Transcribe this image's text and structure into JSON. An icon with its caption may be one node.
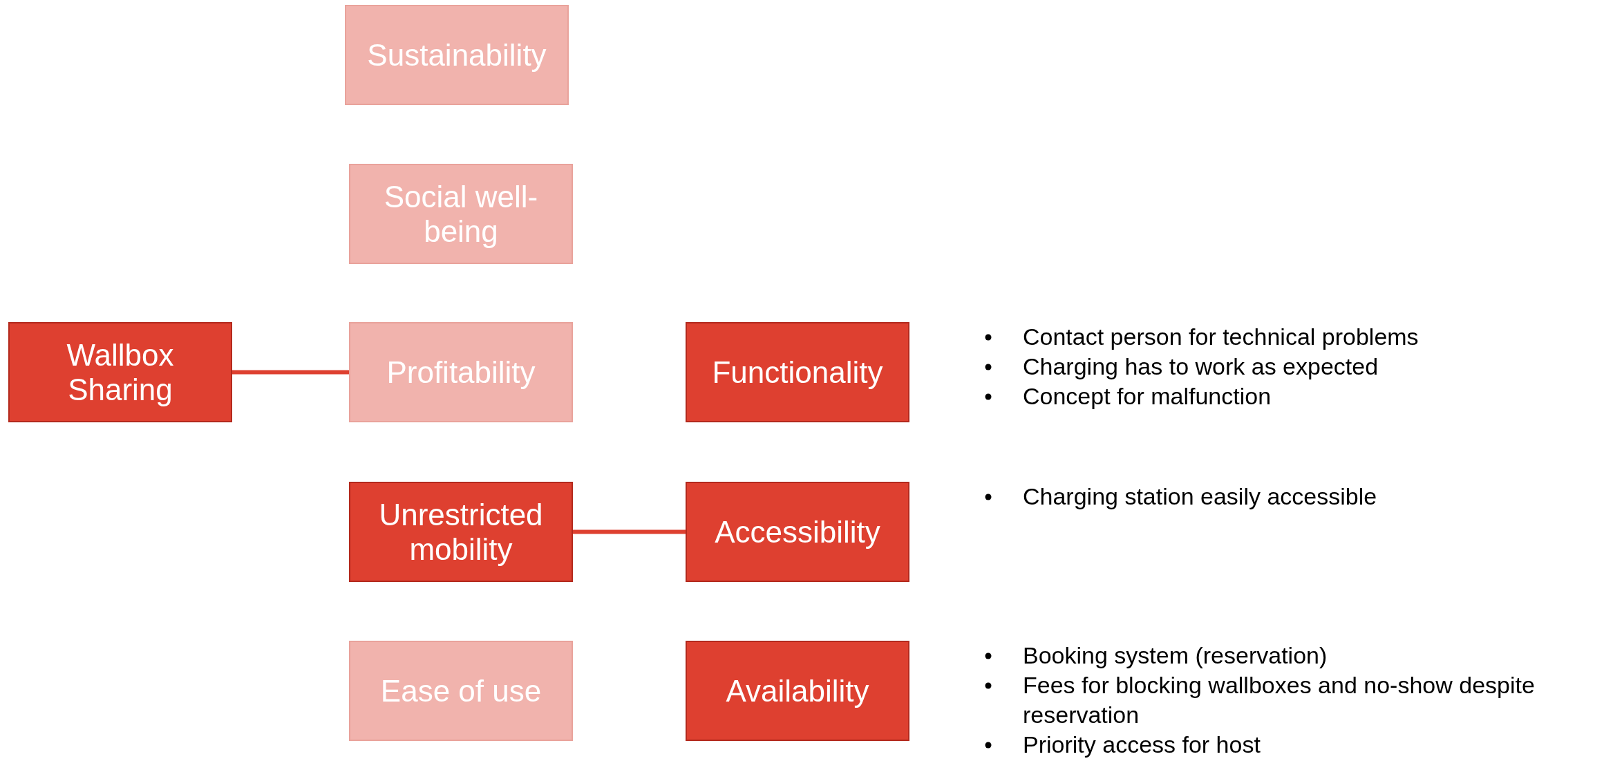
{
  "diagram": {
    "nodes": [
      {
        "text": [
          "Sustainability"
        ]
      },
      {
        "text": [
          "Social well-being"
        ]
      },
      {
        "text": [
          "Wallbox Sharing"
        ]
      },
      {
        "text": [
          "Profitability"
        ]
      },
      {
        "text": [
          "Functionality"
        ]
      },
      {
        "text": [
          "Unrestricted mobility"
        ]
      },
      {
        "text": [
          "Accessibility"
        ]
      },
      {
        "text": [
          "Ease of use"
        ]
      },
      {
        "text": [
          "Availability"
        ]
      }
    ],
    "labels": [
      "Contact person for technical problems",
      "Charging has to work as expected",
      "Concept for malfunction",
      "Charging station easily accessible",
      "Booking system (reservation)",
      "Fees for blocking wallboxes and no-show despite reservation",
      "Priority access for host"
    ],
    "edges": [
      {
        "from": 2,
        "to": 3,
        "arrow": "none"
      },
      {
        "from": 5,
        "to": 6,
        "arrow": "none"
      }
    ]
  }
}
